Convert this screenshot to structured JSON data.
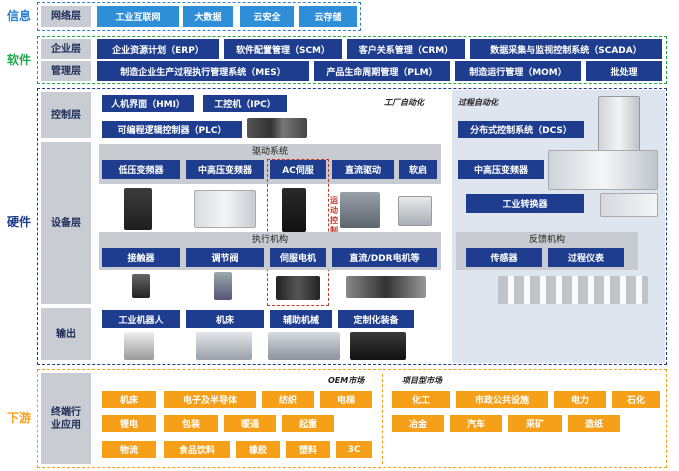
{
  "sections": {
    "info": "信息",
    "software": "软件",
    "hardware": "硬件",
    "downstream": "下游"
  },
  "layers": {
    "network": "网络层",
    "enterprise": "企业层",
    "management": "管理层",
    "control": "控制层",
    "device": "设备层",
    "output": "输出",
    "industry": "终端行业应用"
  },
  "network_items": [
    "工业互联网",
    "大数据",
    "云安全",
    "云存储"
  ],
  "enterprise_items": [
    "企业资源计划（ERP）",
    "软件配置管理（SCM）",
    "客户关系管理（CRM）",
    "数据采集与监视控制系统（SCADA）"
  ],
  "management_items": [
    "制造企业生产过程执行管理系统（MES）",
    "产品生命周期管理（PLM）",
    "制造运行管理（MOM）",
    "批处理"
  ],
  "control": {
    "factory_automation": "工厂自动化",
    "process_automation": "过程自动化",
    "hmi": "人机界面（HMI）",
    "ipc": "工控机（IPC）",
    "plc": "可编程逻辑控制器（PLC）",
    "dcs": "分布式控制系统（DCS）"
  },
  "device": {
    "drive_system": "驱动系统",
    "drive_items": [
      "低压变频器",
      "中高压变频器",
      "AC伺服",
      "直流驱动",
      "软启"
    ],
    "motion_control": "运动控制",
    "actuator": "执行机构",
    "actuator_items": [
      "接触器",
      "调节阀",
      "伺服电机",
      "直流/DDR电机等"
    ],
    "process_drive": "中高压变频器",
    "industrial_converter": "工业转换器",
    "feedback": "反馈机构",
    "feedback_items": [
      "传感器",
      "过程仪表"
    ]
  },
  "output_items": [
    "工业机器人",
    "机床",
    "辅助机械",
    "定制化装备"
  ],
  "downstream": {
    "oem_market": "OEM市场",
    "project_market": "项目型市场",
    "oem_items": [
      [
        "机床",
        "电子及半导体",
        "纺织",
        "电梯"
      ],
      [
        "锂电",
        "包装",
        "暖通",
        "起重"
      ],
      [
        "物流",
        "食品饮料",
        "橡胶",
        "塑料",
        "3C"
      ]
    ],
    "project_items": [
      [
        "化工",
        "市政公共设施",
        "电力",
        "石化"
      ],
      [
        "冶金",
        "汽车",
        "采矿",
        "造纸"
      ]
    ]
  },
  "colors": {
    "info_blue": "#2b7fd3",
    "software_green": "#21a84a",
    "hardware_navy": "#1e3d8f",
    "downstream_orange": "#f6a01a",
    "box_blue": "#1e3d8f",
    "box_cyan": "#2f8ed8",
    "motion_red": "#c0392b"
  }
}
